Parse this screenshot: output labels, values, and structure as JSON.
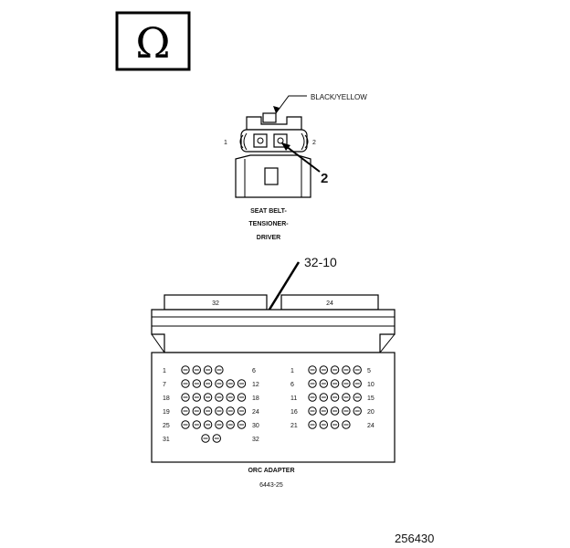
{
  "symbol": {
    "icon": "ohm-meter-icon",
    "glyph": "Ω"
  },
  "sensor": {
    "wire_label": "BLACK/YELLOW",
    "pin_left": "1",
    "pin_right": "2",
    "callout": "2",
    "name_lines": [
      "SEAT BELT-",
      "TENSIONER-",
      "DRIVER"
    ]
  },
  "adapter": {
    "callout": "32-10",
    "left_header": "32",
    "right_header": "24",
    "left_rows": [
      {
        "start": "1",
        "end": "6",
        "pins": 4
      },
      {
        "start": "7",
        "end": "12",
        "pins": 6
      },
      {
        "start": "18",
        "end": "18",
        "pins": 6
      },
      {
        "start": "19",
        "end": "24",
        "pins": 6
      },
      {
        "start": "25",
        "end": "30",
        "pins": 6
      },
      {
        "start": "31",
        "end": "32",
        "pins": 2
      }
    ],
    "right_rows": [
      {
        "start": "1",
        "end": "5",
        "pins": 5
      },
      {
        "start": "6",
        "end": "10",
        "pins": 5
      },
      {
        "start": "11",
        "end": "15",
        "pins": 5
      },
      {
        "start": "16",
        "end": "20",
        "pins": 5
      },
      {
        "start": "21",
        "end": "24",
        "pins": 4
      }
    ],
    "name": "ORC ADAPTER",
    "part_number": "6443-25"
  },
  "figure_number": "256430"
}
